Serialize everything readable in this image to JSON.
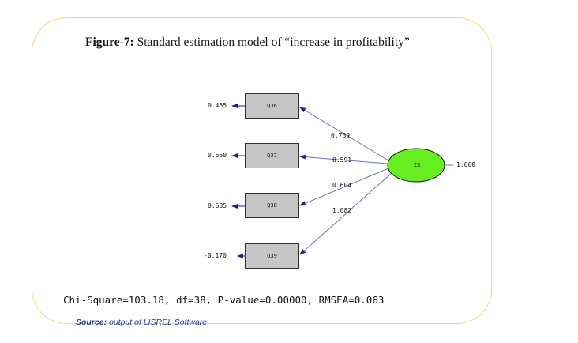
{
  "figure": {
    "title_label": "Figure-7:",
    "title_text": " Standard estimation model of “increase in profitability”"
  },
  "latent": {
    "name": "IS",
    "variance": "1.000",
    "color": "#66ee22"
  },
  "indicators": [
    {
      "name": "Q36",
      "error": "0.455",
      "loading": "0.739"
    },
    {
      "name": "Q37",
      "error": "0.650",
      "loading": "0.591"
    },
    {
      "name": "Q38",
      "error": "0.635",
      "loading": "0.604"
    },
    {
      "name": "Q39",
      "error": "-0.170",
      "loading": "1.082"
    }
  ],
  "stats": {
    "text": "Chi-Square=103.18, df=38, P-value=0.00000, RMSEA=0.063"
  },
  "source": {
    "label": "Source:",
    "text": " output of LISREL Software"
  },
  "colors": {
    "path": "#6a6fc7",
    "arrow_head": "#1a1f8f",
    "frame": "#f2d77a",
    "box": "#c6c6c6"
  }
}
